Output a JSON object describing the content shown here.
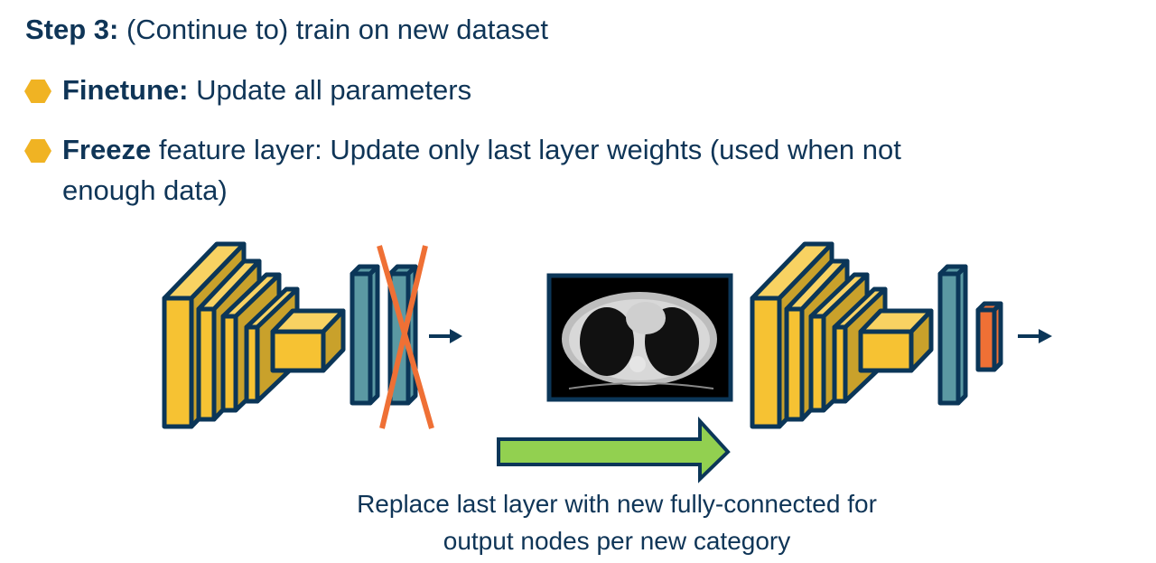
{
  "title": {
    "bold": "Step 3:",
    "rest": " (Continue to) train on new dataset"
  },
  "bullets": [
    {
      "bold": "Finetune:",
      "rest": " Update all parameters"
    },
    {
      "bold": "Freeze",
      "rest": " feature layer: Update only last layer weights (used when not",
      "rest2": "enough data)"
    }
  ],
  "caption": {
    "line1": "Replace last layer with new fully-connected for",
    "line2": "output nodes per new category"
  },
  "colors": {
    "navy": "#0b3658",
    "yellow": "#f6c233",
    "yellow_side": "#c9a12b",
    "yellow_top": "#f8d262",
    "teal": "#5b99a3",
    "orange": "#ef7035",
    "green": "#92d050"
  }
}
